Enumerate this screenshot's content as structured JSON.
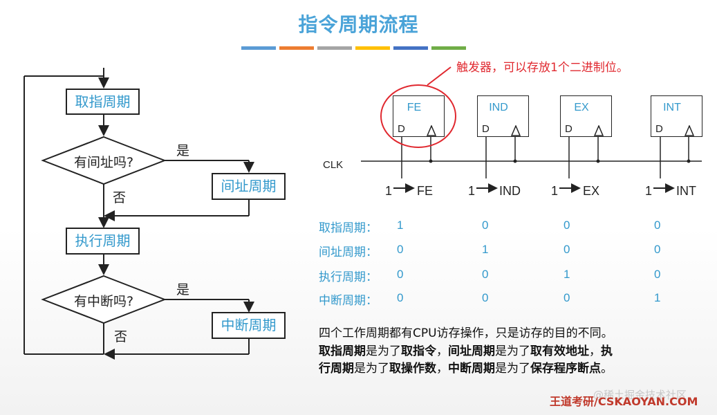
{
  "title": "指令周期流程",
  "color_bars": [
    "#5b9bd5",
    "#ed7d31",
    "#a5a5a5",
    "#ffc000",
    "#4472c4",
    "#70ad47"
  ],
  "flow": {
    "fetch": "取指周期",
    "indirect_q": "有间址吗?",
    "indirect": "间址周期",
    "execute": "执行周期",
    "interrupt_q": "有中断吗?",
    "interrupt": "中断周期",
    "yes": "是",
    "no": "否"
  },
  "callout": "触发器，可以存放1个二进制位。",
  "flipflops": {
    "names": [
      "FE",
      "IND",
      "EX",
      "INT"
    ],
    "d_label": "D",
    "clk": "CLK",
    "signal_one": "1",
    "signals": [
      "FE",
      "IND",
      "EX",
      "INT"
    ]
  },
  "table": {
    "rows": [
      {
        "label": "取指周期：",
        "values": [
          "1",
          "0",
          "0",
          "0"
        ]
      },
      {
        "label": "间址周期：",
        "values": [
          "0",
          "1",
          "0",
          "0"
        ]
      },
      {
        "label": "执行周期：",
        "values": [
          "0",
          "0",
          "1",
          "0"
        ]
      },
      {
        "label": "中断周期：",
        "values": [
          "0",
          "0",
          "0",
          "1"
        ]
      }
    ]
  },
  "note": {
    "line1": "四个工作周期都有CPU访存操作，只是访存的目的不同。",
    "l2_a": "取指周期",
    "l2_b": "是为了",
    "l2_c": "取指令",
    "l2_d": "，",
    "l2_e": "间址周期",
    "l2_f": "是为了",
    "l2_g": "取有效地址",
    "l2_h": "，",
    "l2_i": "执",
    "l3_a": "行周期",
    "l3_b": "是为了",
    "l3_c": "取操作数",
    "l3_d": "，",
    "l3_e": "中断周期",
    "l3_f": "是为了",
    "l3_g": "保存程序断点",
    "l3_h": "。"
  },
  "brand": "王道考研/CSKAOYAN.COM",
  "watermark": "@稀土掘金技术社区"
}
